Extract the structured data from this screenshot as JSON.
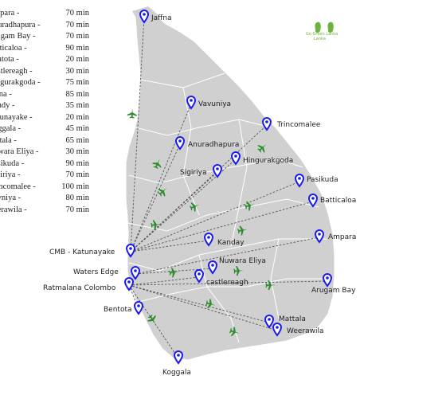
{
  "durations": [
    {
      "name": "mpara -",
      "time": "70 min"
    },
    {
      "name": "nuradhapura -",
      "time": "70 min"
    },
    {
      "name": "rugam Bay -",
      "time": "70 min"
    },
    {
      "name": "atticaloa -",
      "time": "90 min"
    },
    {
      "name": "entota -",
      "time": "20 min"
    },
    {
      "name": "astlereagh -",
      "time": "30 min"
    },
    {
      "name": "ingurakgoda -",
      "time": "75 min"
    },
    {
      "name": "ffna -",
      "time": "85 min"
    },
    {
      "name": "andy -",
      "time": "35 min"
    },
    {
      "name": "atunayake -",
      "time": "20 min"
    },
    {
      "name": "oggala -",
      "time": "45 min"
    },
    {
      "name": "attala -",
      "time": "65 min"
    },
    {
      "name": "uwara Eliya -",
      "time": "30 min"
    },
    {
      "name": "asikuda -",
      "time": "90 min"
    },
    {
      "name": "igiriya -",
      "time": "70 min"
    },
    {
      "name": "rincomalee -",
      "time": "100 min"
    },
    {
      "name": "avniya -",
      "time": "80 min"
    },
    {
      "name": "eerawila -",
      "time": "70 min"
    }
  ],
  "places": {
    "jaffna": "Jaffna",
    "vavuniya": "Vavuniya",
    "trincomalee": "Trincomalee",
    "anuradhapura": "Anuradhapura",
    "hingurakgoda": "Hingurakgoda",
    "sigiriya": "Sigiriya",
    "pasikuda": "Pasikuda",
    "batticaloa": "Batticaloa",
    "ampara": "Ampara",
    "kanday": "Kanday",
    "nuwara_eliya": "Nuwara Eliya",
    "castlereagh": "castlereagh",
    "arugam_bay": "Arugam Bay",
    "mattala": "Mattala",
    "weerawila": "Weerawila",
    "koggala": "Koggala",
    "bentota": "Bentota",
    "katunayake": "CMB - Katunayake",
    "waters_edge": "Waters Edge",
    "ratmalana": "Ratmalana Colombo"
  },
  "logo": {
    "text": "Lanka"
  },
  "colors": {
    "land": "#d0d0d0",
    "border": "#ffffff",
    "pin": "#1a1aee",
    "plane": "#2e8b2e",
    "route": "#555555"
  }
}
